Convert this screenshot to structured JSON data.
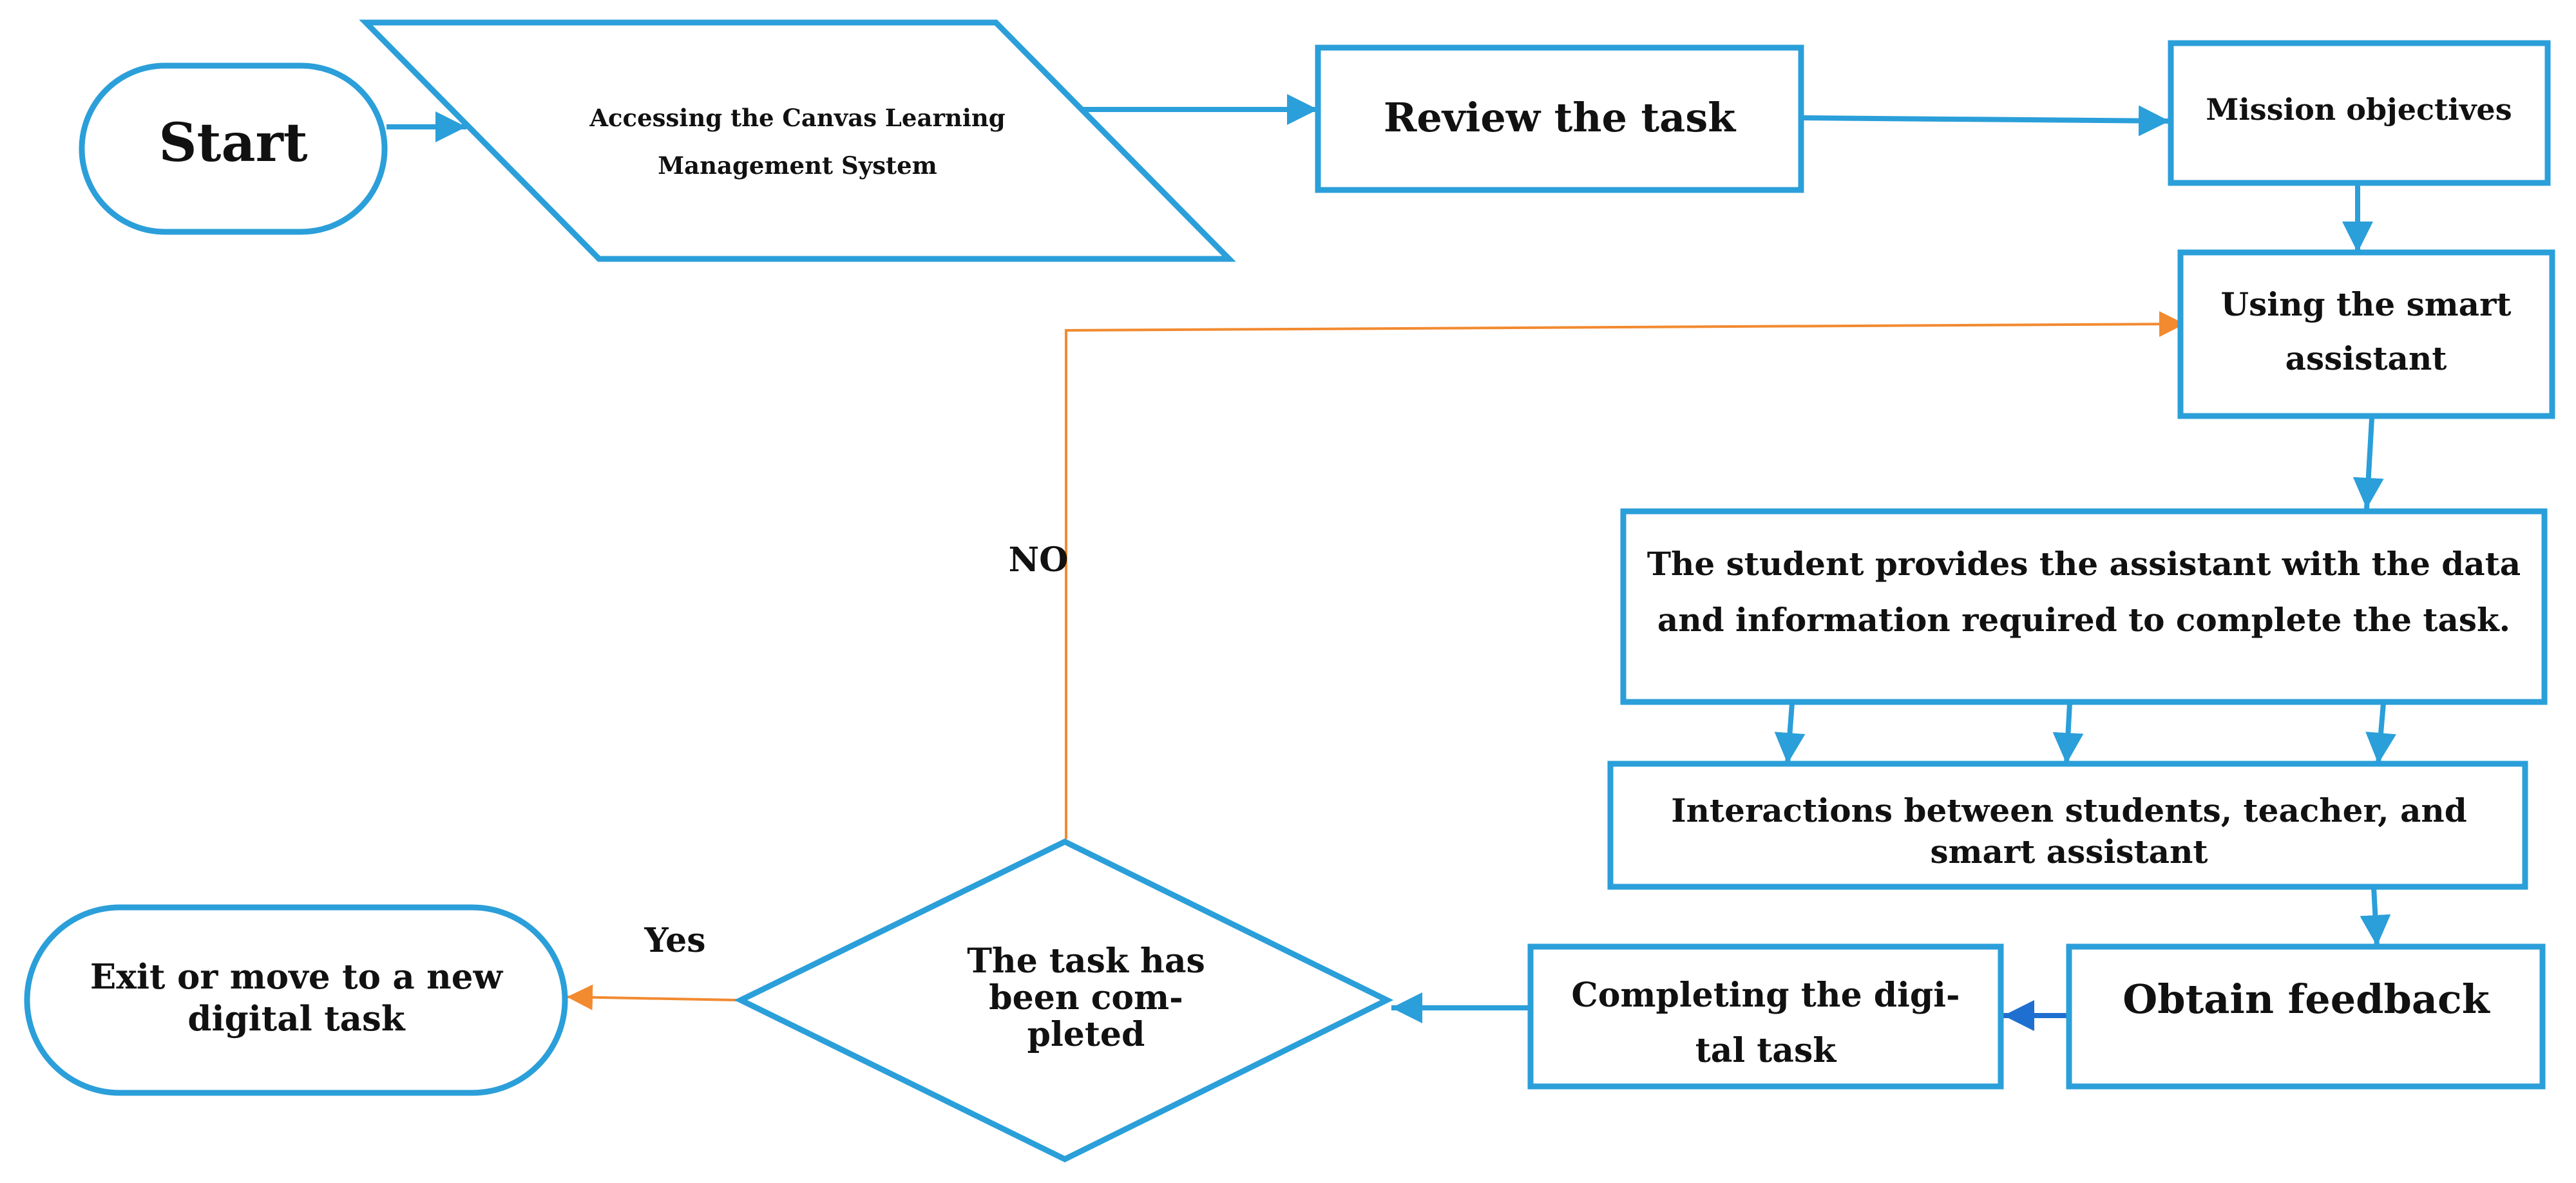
{
  "nodes": {
    "start": "Start",
    "access_lms_line1": "Accessing the Canvas Learning",
    "access_lms_line2": "Management System",
    "review_task": "Review the task",
    "mission_objectives": "Mission objectives",
    "smart_assistant_line1": "Using the smart",
    "smart_assistant_line2": "assistant",
    "student_provides_line1": "The student provides the assistant with the data",
    "student_provides_line2": "and information required to complete the task.",
    "interactions_line1": "Interactions between students, teacher, and",
    "interactions_line2": "smart assistant",
    "obtain_feedback": "Obtain feedback",
    "completing_line1": "Completing the digi-",
    "completing_line2": "tal task",
    "decision_line1": "The task has",
    "decision_line2": "been com-",
    "decision_line3": "pleted",
    "exit_line1": "Exit or move to a new",
    "exit_line2": "digital task"
  },
  "edge_labels": {
    "no": "NO",
    "yes": "Yes"
  },
  "colors": {
    "shape_stroke": "#2b9fd9",
    "arrow_blue": "#2b9fd9",
    "arrow_dark_blue": "#1f6fd1",
    "arrow_orange": "#f28a30"
  }
}
